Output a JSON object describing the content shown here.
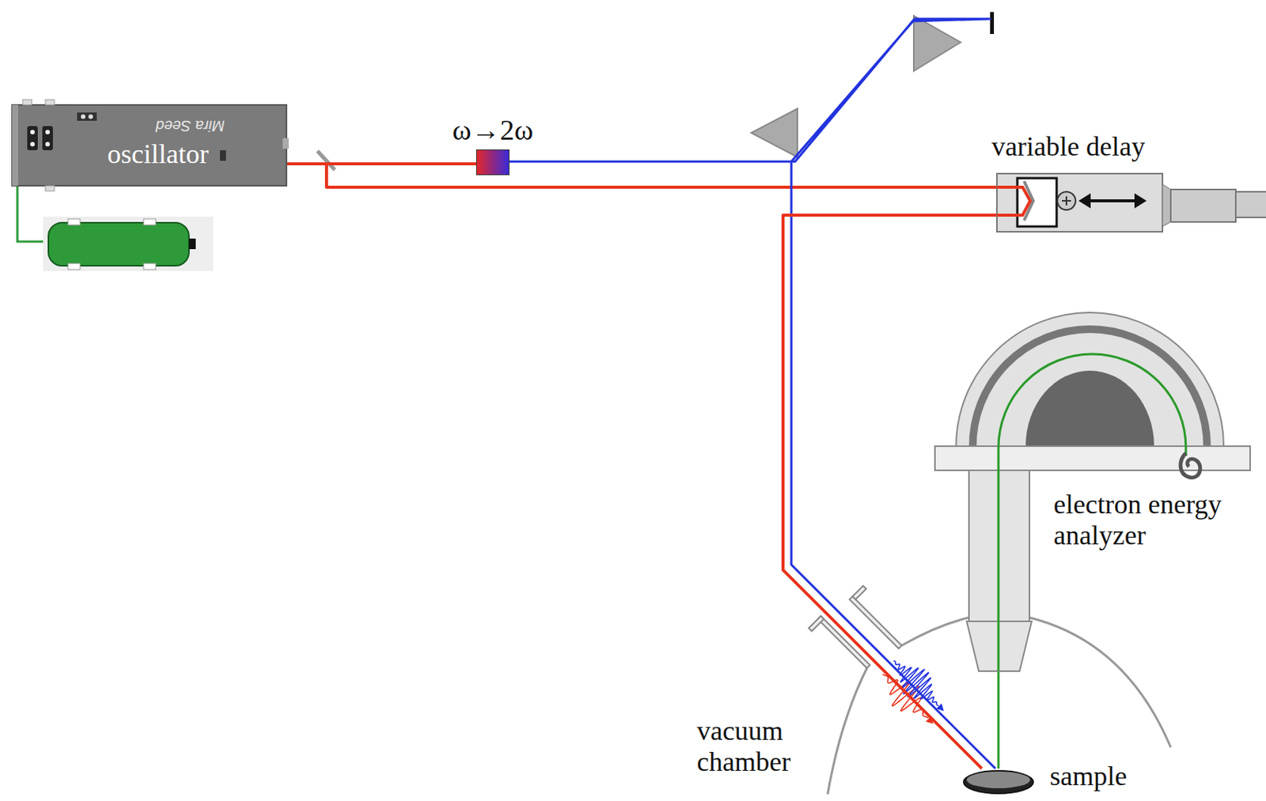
{
  "diagram": {
    "nodes": [
      {
        "text": [
          "Mira Seed",
          "oscillator"
        ]
      },
      {
        "text": [
          "ω→2ω"
        ]
      },
      {
        "text": [
          "variable delay"
        ]
      },
      {
        "text": [
          "electron energy analyzer"
        ]
      },
      {
        "text": [
          "sample"
        ]
      }
    ],
    "edges": [
      {
        "from": 0,
        "to": 1,
        "arrow": "none"
      },
      {
        "from": 0,
        "to": 2,
        "arrow": "none"
      },
      {
        "from": 1,
        "to": 4,
        "arrow": "none"
      },
      {
        "from": 2,
        "to": 4,
        "arrow": "none"
      },
      {
        "from": 4,
        "to": 3,
        "arrow": "none"
      }
    ],
    "labels": [
      "vacuum chamber"
    ]
  }
}
